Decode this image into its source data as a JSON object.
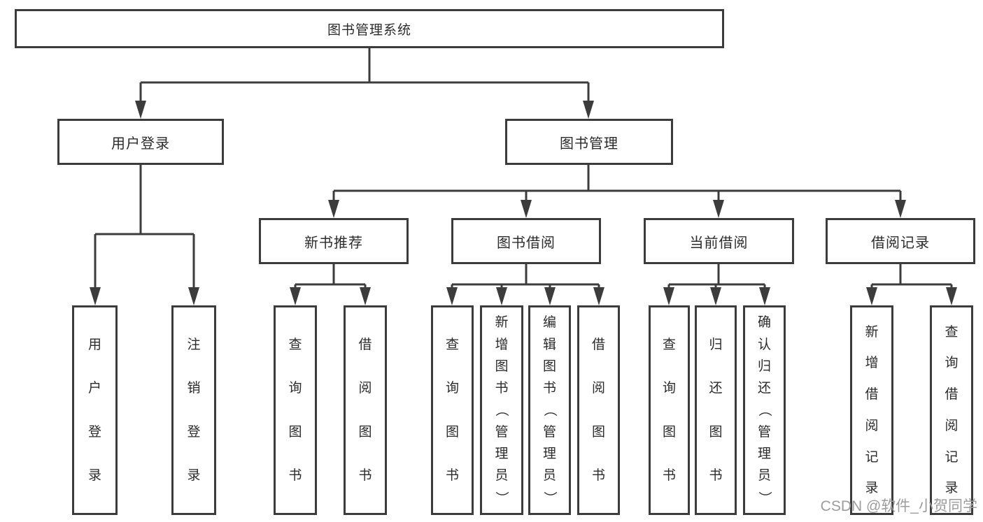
{
  "diagram": {
    "root": {
      "label": "图书管理系统"
    },
    "level2": [
      {
        "label": "用户登录"
      },
      {
        "label": "图书管理"
      }
    ],
    "level3": [
      {
        "label": "新书推荐"
      },
      {
        "label": "图书借阅"
      },
      {
        "label": "当前借阅"
      },
      {
        "label": "借阅记录"
      }
    ],
    "leaves": [
      {
        "label": "用户登录"
      },
      {
        "label": "注销登录"
      },
      {
        "label": "查询图书"
      },
      {
        "label": "借阅图书"
      },
      {
        "label": "查询图书"
      },
      {
        "label": "新增图书（管理员）"
      },
      {
        "label": "编辑图书（管理员）"
      },
      {
        "label": "借阅图书"
      },
      {
        "label": "查询图书"
      },
      {
        "label": "归还图书"
      },
      {
        "label": "确认归还（管理员）"
      },
      {
        "label": "新增借阅记录"
      },
      {
        "label": "查询借阅记录"
      }
    ]
  },
  "watermark": {
    "text": "CSDN @软件_小贺同学"
  },
  "colors": {
    "line": "#3c3c3c",
    "text": "#2b2b2b",
    "watermark": "#9c9c9c",
    "background": "#ffffff"
  }
}
